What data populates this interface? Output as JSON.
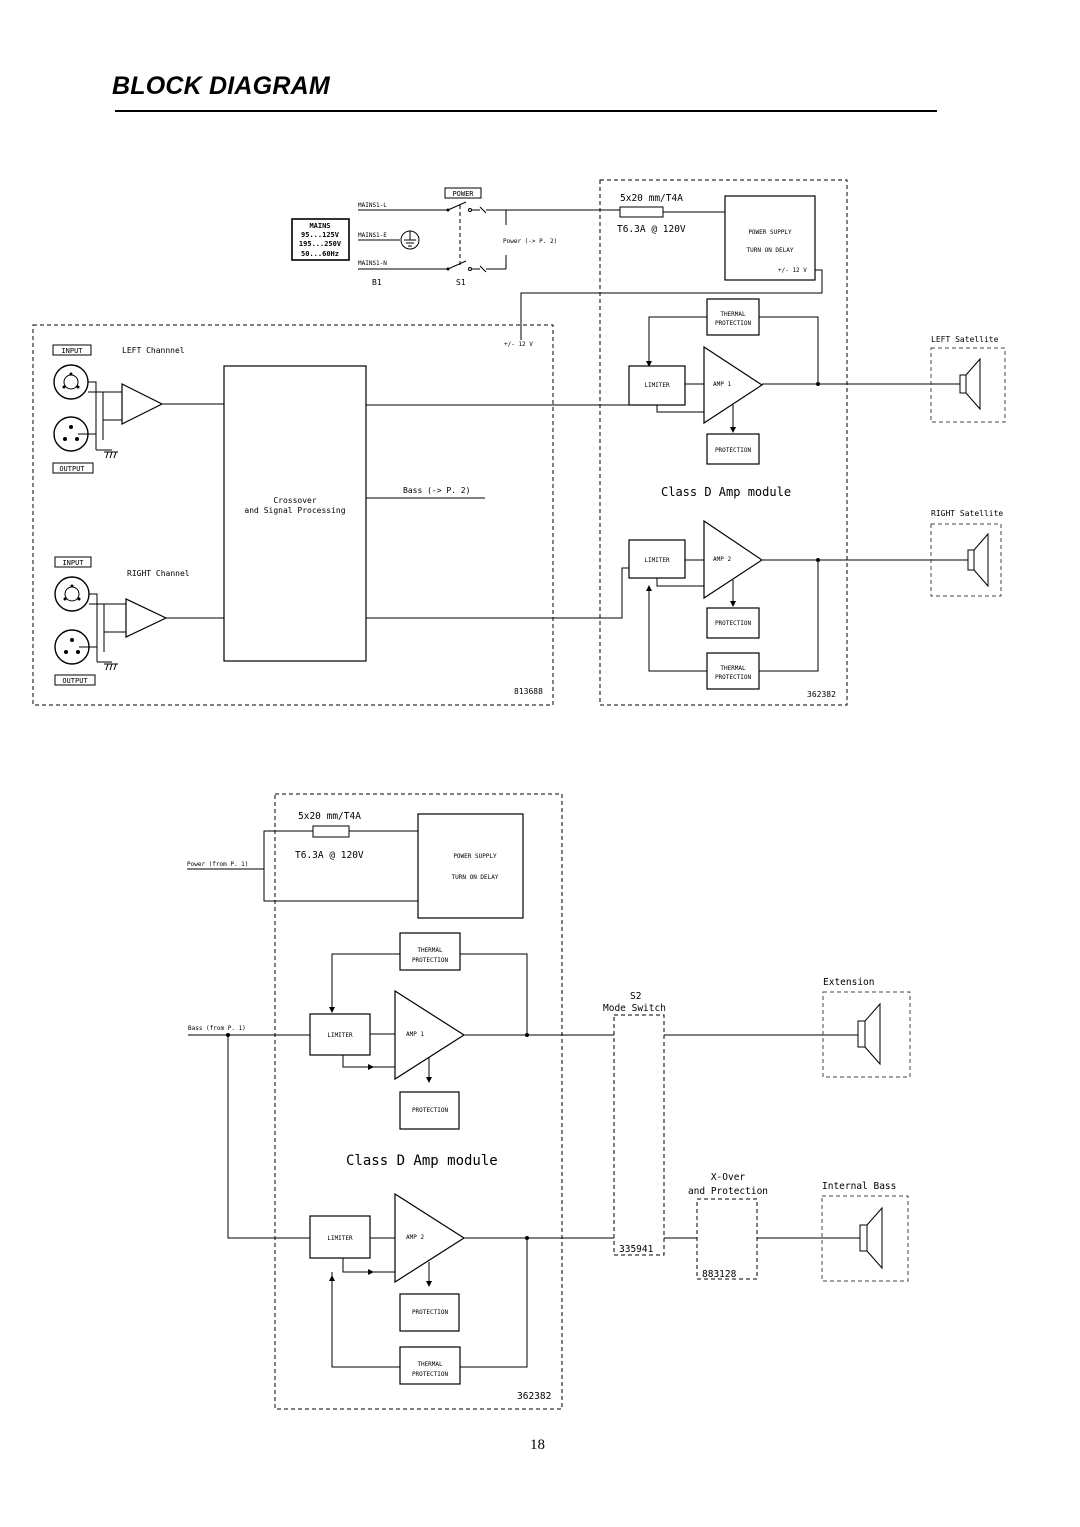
{
  "page": {
    "title": "BLOCK DIAGRAM",
    "page_number": "18"
  },
  "top": {
    "mains_box": [
      "MAINS",
      "95...125V",
      "195...250V",
      "50...60Hz"
    ],
    "mains_l": "MAINS1-L",
    "mains_e": "MAINS1-E",
    "mains_n": "MAINS1-N",
    "b1": "B1",
    "s1": "S1",
    "power_button": "POWER",
    "power_to_p2": "Power (-> P. 2)",
    "fuse_label": "5x20 mm/T4A",
    "fuse_rating": "T6.3A @ 120V",
    "psu_line1": "POWER SUPPLY",
    "psu_line2": "TURN ON DELAY",
    "pm12v_psu": "+/- 12 V",
    "pm12v_board": "+/- 12 V",
    "input_left": "INPUT",
    "output_left": "OUTPUT",
    "left_channel": "LEFT Channnel",
    "input_right": "INPUT",
    "output_right": "OUTPUT",
    "right_channel": "RIGHT Channel",
    "crossover_line1": "Crossover",
    "crossover_line2": "and Signal Processing",
    "bass_to_p2": "Bass (-> P. 2)",
    "module_label": "Class D Amp module",
    "thermal": [
      "THERMAL",
      "PROTECTION"
    ],
    "limiter": "LIMITER",
    "amp1": "AMP 1",
    "amp2": "AMP 2",
    "protection": "PROTECTION",
    "left_satellite": "LEFT Satellite",
    "right_satellite": "RIGHT Satellite",
    "board_id_left": "813688",
    "board_id_right": "362382"
  },
  "bottom": {
    "fuse_label": "5x20 mm/T4A",
    "fuse_rating": "T6.3A @ 120V",
    "power_from_p1": "Power (from P. 1)",
    "psu_line1": "POWER SUPPLY",
    "psu_line2": "TURN ON DELAY",
    "thermal": [
      "THERMAL",
      "PROTECTION"
    ],
    "bass_from_p1": "Bass (from P. 1)",
    "limiter": "LIMITER",
    "amp1": "AMP 1",
    "amp2": "AMP 2",
    "protection": "PROTECTION",
    "module_label": "Class D Amp module",
    "s2": "S2",
    "mode_switch": "Mode Switch",
    "switch_id": "335941",
    "xover_line1": "X-Over",
    "xover_line2": "and Protection",
    "xover_id": "883128",
    "extension": "Extension",
    "internal_bass": "Internal Bass",
    "board_id": "362382"
  }
}
